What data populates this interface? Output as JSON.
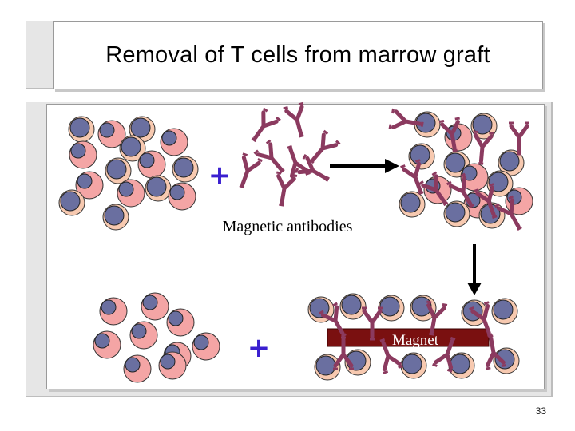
{
  "slide": {
    "title": "Removal of T cells from marrow graft",
    "page_number": "33"
  },
  "diagram": {
    "antibody_label": "Magnetic antibodies",
    "magnet_label": "Magnet",
    "plus_symbol": "+",
    "colors": {
      "t_cell": "#6a6fa0",
      "marrow_cell": "#f4a5a5",
      "antibody": "#8b3a5f",
      "magnet": "#7a1010",
      "plus": "#3a1fd0",
      "arrow": "#000000"
    }
  }
}
